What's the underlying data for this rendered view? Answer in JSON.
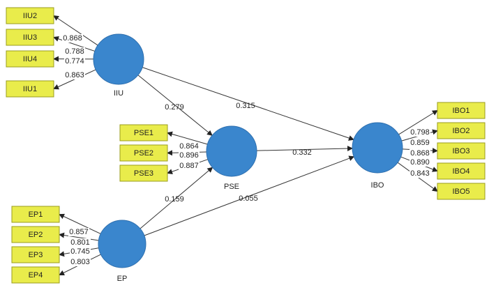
{
  "colors": {
    "construct_fill": "#3a86cd",
    "indicator_fill": "#e9ec4b",
    "indicator_border": "#9a9c1e",
    "line": "#333333"
  },
  "constructs": [
    {
      "id": "IIU",
      "label": "IIU"
    },
    {
      "id": "PSE",
      "label": "PSE"
    },
    {
      "id": "IBO",
      "label": "IBO"
    },
    {
      "id": "EP",
      "label": "EP"
    }
  ],
  "indicators": {
    "IIU": [
      {
        "label": "IIU2",
        "loading": "0.868"
      },
      {
        "label": "IIU3",
        "loading": "0.788"
      },
      {
        "label": "IIU4",
        "loading": "0.774"
      },
      {
        "label": "IIU1",
        "loading": "0.863"
      }
    ],
    "PSE": [
      {
        "label": "PSE1",
        "loading": "0.864"
      },
      {
        "label": "PSE2",
        "loading": "0.896"
      },
      {
        "label": "PSE3",
        "loading": "0.887"
      }
    ],
    "EP": [
      {
        "label": "EP1",
        "loading": "0.857"
      },
      {
        "label": "EP2",
        "loading": "0.801"
      },
      {
        "label": "EP3",
        "loading": "0.745"
      },
      {
        "label": "EP4",
        "loading": "0.803"
      }
    ],
    "IBO": [
      {
        "label": "IBO1",
        "loading": "0.798"
      },
      {
        "label": "IBO2",
        "loading": "0.859"
      },
      {
        "label": "IBO3",
        "loading": "0.868"
      },
      {
        "label": "IBO4",
        "loading": "0.890"
      },
      {
        "label": "IBO5",
        "loading": "0.843"
      }
    ]
  },
  "paths": [
    {
      "from": "IIU",
      "to": "PSE",
      "coefficient": "0.279"
    },
    {
      "from": "IIU",
      "to": "IBO",
      "coefficient": "0.315"
    },
    {
      "from": "PSE",
      "to": "IBO",
      "coefficient": "0.332"
    },
    {
      "from": "EP",
      "to": "PSE",
      "coefficient": "0.159"
    },
    {
      "from": "EP",
      "to": "IBO",
      "coefficient": "0.055"
    }
  ]
}
